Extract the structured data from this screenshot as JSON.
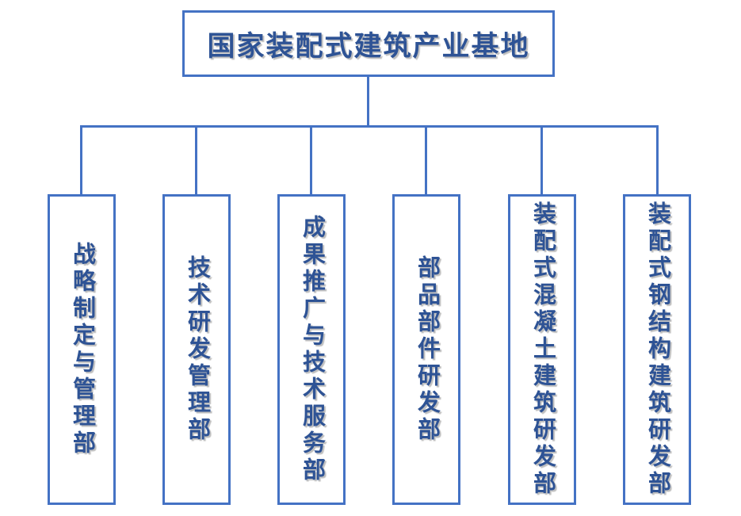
{
  "org": {
    "root_label": "国家装配式建筑产业基地",
    "departments": [
      {
        "label": "战略制定与管理部"
      },
      {
        "label": "技术研发管理部"
      },
      {
        "label": "成果推广与技术服务部"
      },
      {
        "label": "部品部件研发部"
      },
      {
        "label": "装配式混凝土建筑研发部"
      },
      {
        "label": "装配式钢结构建筑研发部"
      }
    ]
  },
  "colors": {
    "line_color": "#4472C4",
    "text_color": "#2E5395",
    "bg_color": "#FFFFFF"
  }
}
